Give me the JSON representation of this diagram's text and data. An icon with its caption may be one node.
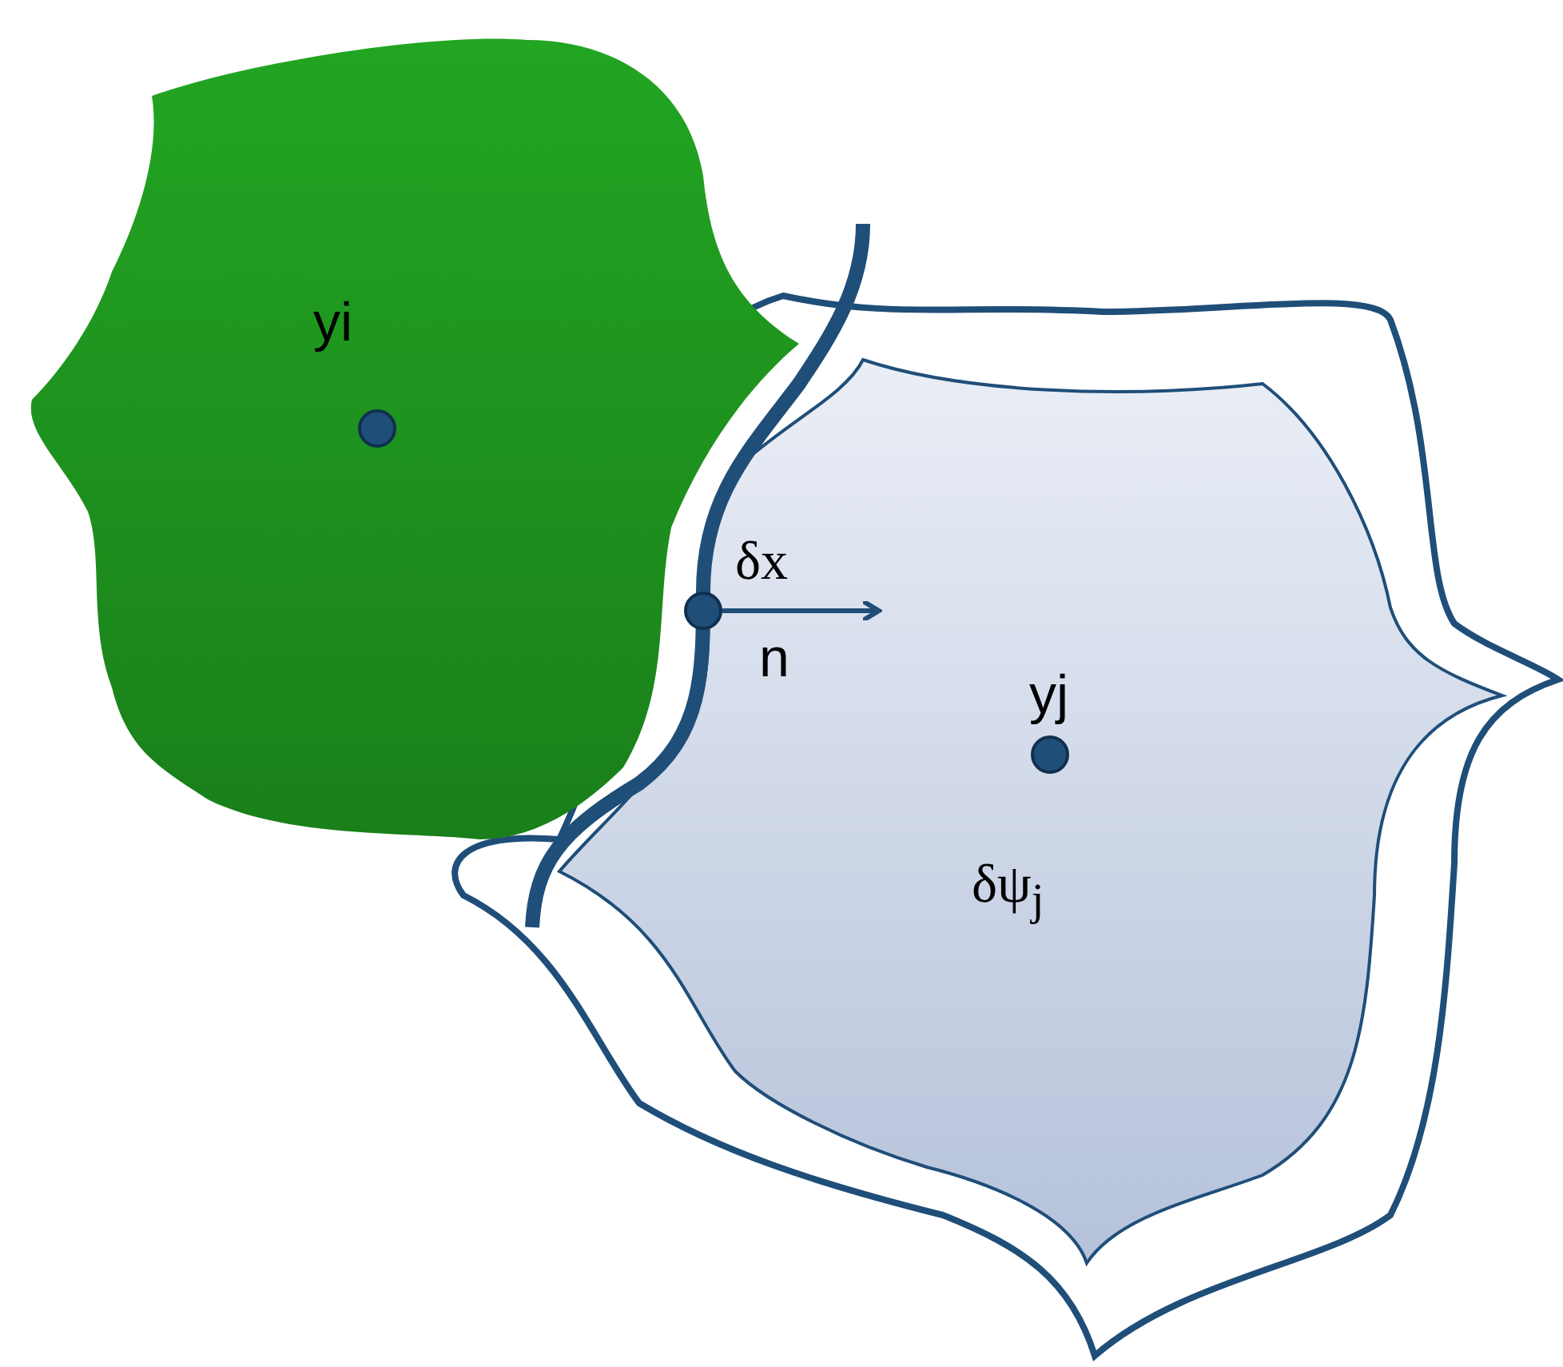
{
  "diagram": {
    "nodes": [
      {
        "text": [
          "yi"
        ]
      },
      {
        "text": [
          "yj",
          "δψ$_{j}$"
        ]
      }
    ],
    "labels": [
      "δx",
      "n"
    ]
  }
}
